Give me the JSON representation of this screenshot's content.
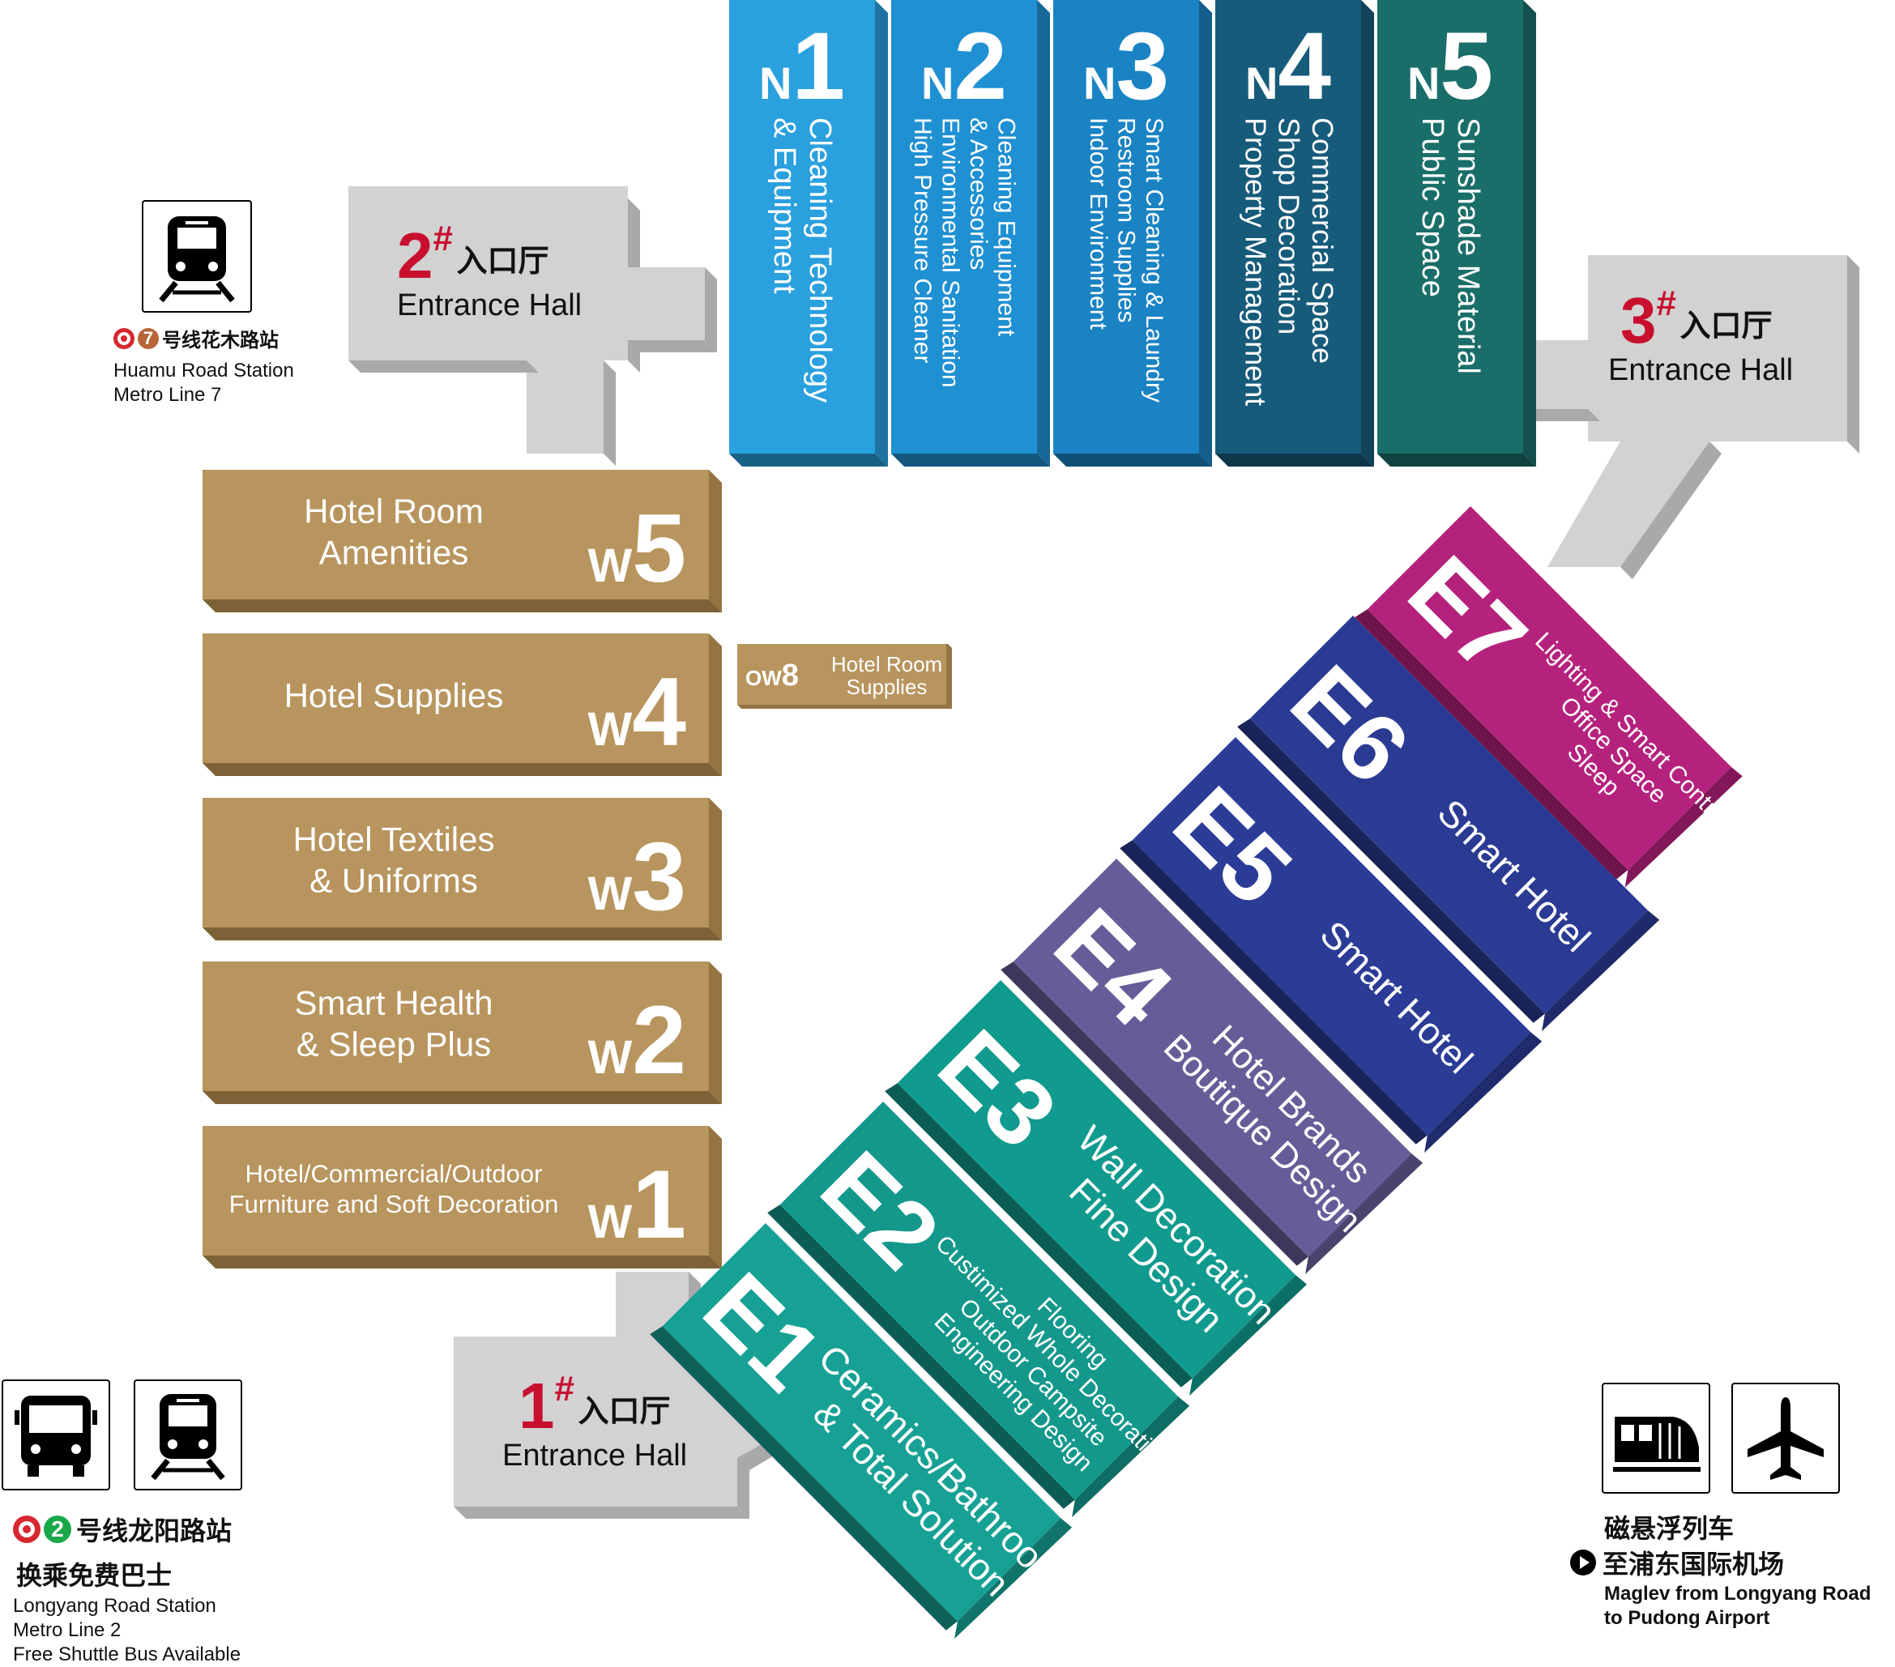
{
  "colors": {
    "hall_top": "#d2d2d2",
    "hall_side": "#a9a9a9",
    "hall_dark": "#8c8c8c",
    "w_top": "#b8955e",
    "w_side": "#957443",
    "hall_number": "#c8102e",
    "n1": "#2aa0de",
    "n2": "#1f90d2",
    "n3": "#1a83c4",
    "n4": "#175b7b",
    "n5": "#1a6e6a",
    "e1": "#17a195",
    "e2": "#14988c",
    "e3": "#119a8e",
    "e4": "#665d98",
    "e5": "#2b3c96",
    "e6": "#2b3b93",
    "e7": "#b5227d",
    "metro_red": "#d7282f",
    "metro_green": "#1aa74a",
    "metro_brown": "#b8653a"
  },
  "north_halls": [
    {
      "id": "N",
      "num": "1",
      "lines": [
        "Cleaning Technology",
        "& Equipment"
      ]
    },
    {
      "id": "N",
      "num": "2",
      "lines": [
        "Cleaning Equipment",
        "& Accessories",
        "Environmental Sanitation",
        "High Pressure Cleaner"
      ]
    },
    {
      "id": "N",
      "num": "3",
      "lines": [
        "Smart Cleaning & Laundry",
        "Restroom Supplies",
        "Indoor Environment"
      ]
    },
    {
      "id": "N",
      "num": "4",
      "lines": [
        "Commercial Space",
        "Shop Decoration",
        "Property Management"
      ]
    },
    {
      "id": "N",
      "num": "5",
      "lines": [
        "Sunshade Material",
        "Public Space"
      ]
    }
  ],
  "west_halls": [
    {
      "id": "W",
      "num": "5",
      "lines": [
        "Hotel Room",
        "Amenities"
      ]
    },
    {
      "id": "W",
      "num": "4",
      "lines": [
        "Hotel Supplies"
      ]
    },
    {
      "id": "W",
      "num": "3",
      "lines": [
        "Hotel Textiles",
        "& Uniforms"
      ]
    },
    {
      "id": "W",
      "num": "2",
      "lines": [
        "Smart Health",
        "& Sleep Plus"
      ]
    },
    {
      "id": "W",
      "num": "1",
      "lines": [
        "Hotel/Commercial/Outdoor",
        "Furniture and Soft Decoration"
      ]
    }
  ],
  "ow8": {
    "id": "OW",
    "num": "8",
    "lines": [
      "Hotel Room",
      "Supplies"
    ]
  },
  "east_halls": [
    {
      "id": "E",
      "num": "1",
      "lines": [
        "Ceramics/Bathroom",
        "& Total Solution"
      ]
    },
    {
      "id": "E",
      "num": "2",
      "lines": [
        "Flooring",
        "Custimized Whole Decoration",
        "Outdoor Campsite",
        "Engineering Design"
      ]
    },
    {
      "id": "E",
      "num": "3",
      "lines": [
        "Wall Decoration",
        "Fine Design"
      ]
    },
    {
      "id": "E",
      "num": "4",
      "lines": [
        "Hotel Brands",
        "Boutique Design"
      ]
    },
    {
      "id": "E",
      "num": "5",
      "lines": [
        "Smart Hotel"
      ]
    },
    {
      "id": "E",
      "num": "6",
      "lines": [
        "Smart Hotel"
      ]
    },
    {
      "id": "E",
      "num": "7",
      "lines": [
        "Lighting & Smart Control",
        "Office Space",
        "Sleep"
      ]
    }
  ],
  "entrances": [
    {
      "num": "1",
      "mark": "#",
      "cn": "入口厅",
      "en": "Entrance Hall"
    },
    {
      "num": "2",
      "mark": "#",
      "cn": "入口厅",
      "en": "Entrance Hall"
    },
    {
      "num": "3",
      "mark": "#",
      "cn": "入口厅",
      "en": "Entrance Hall"
    }
  ],
  "transport": {
    "huamu": {
      "line": "7",
      "cn": "号线花木路站",
      "en1": "Huamu Road Station",
      "en2": "Metro Line 7",
      "icon": "metro-train-icon"
    },
    "longyang": {
      "line": "2",
      "cn": "号线龙阳路站",
      "cn2": "换乘免费巴士",
      "en1": "Longyang Road Station",
      "en2": "Metro Line 2",
      "en3": "Free Shuttle Bus Available",
      "icons": [
        "bus-icon",
        "metro-train-icon"
      ]
    },
    "maglev": {
      "cn1": "磁悬浮列车",
      "cn2": "至浦东国际机场",
      "en1": "Maglev from Longyang Road",
      "en2": "to Pudong Airport",
      "icons": [
        "maglev-train-icon",
        "airplane-icon"
      ]
    }
  }
}
